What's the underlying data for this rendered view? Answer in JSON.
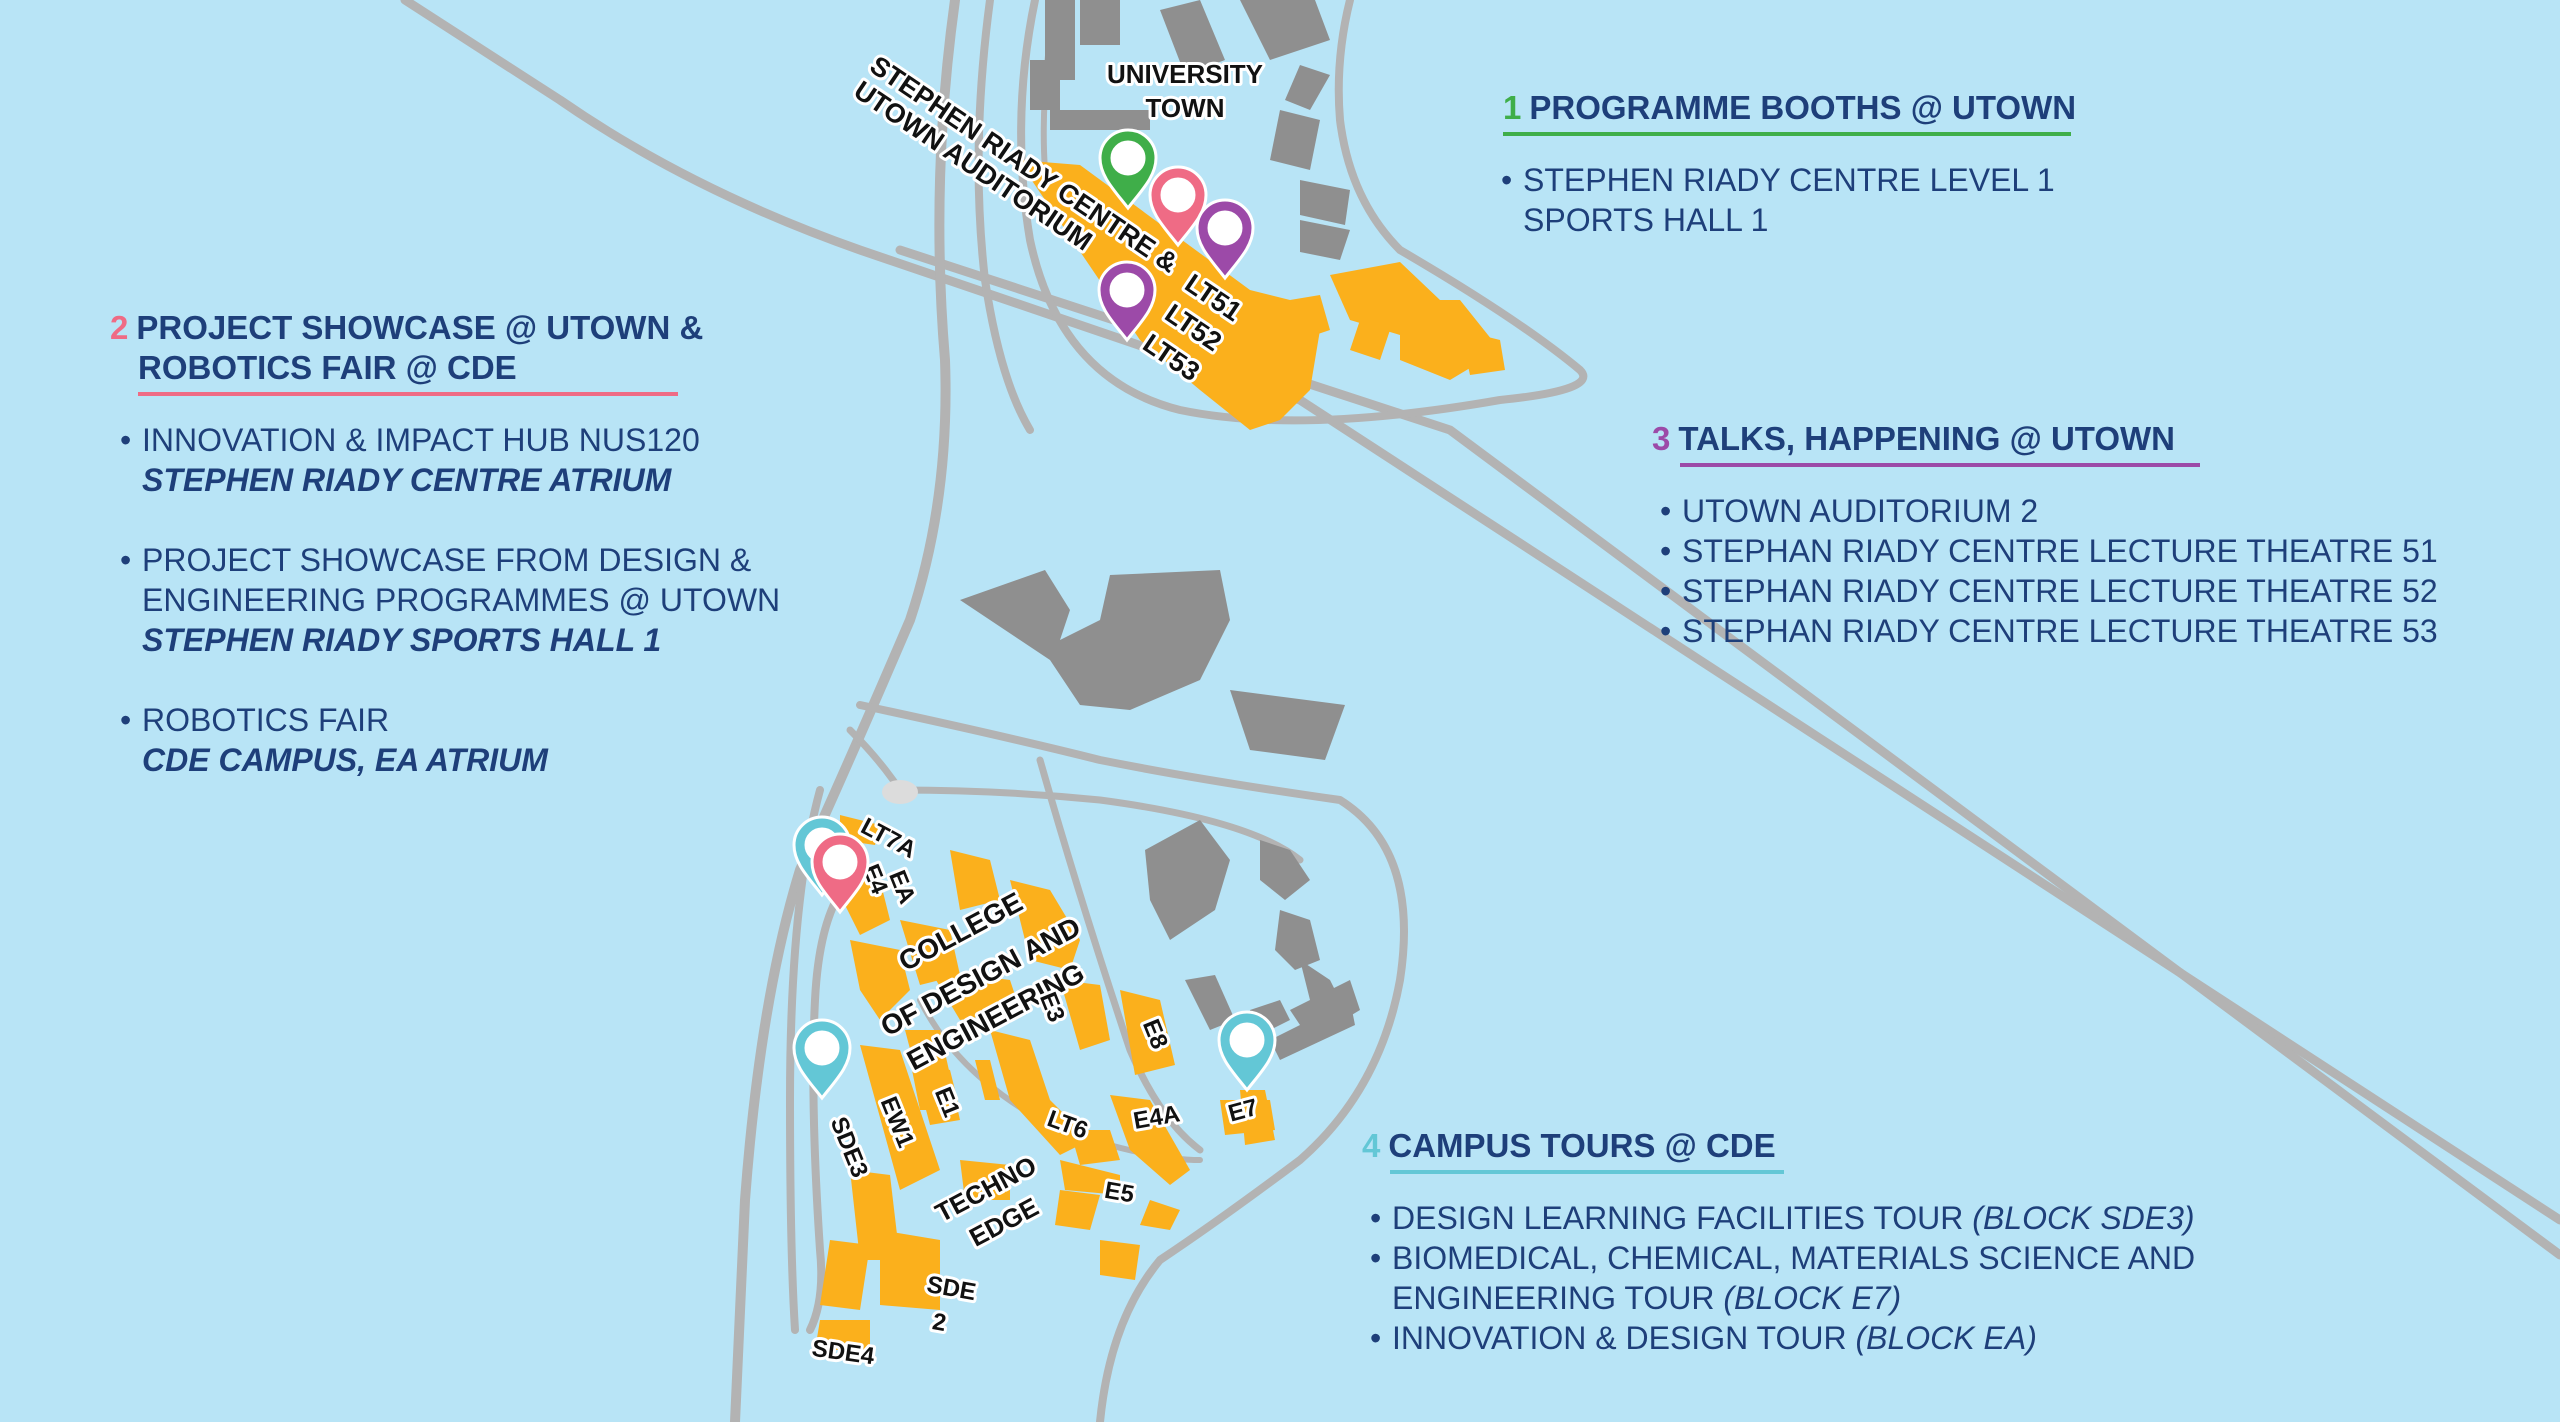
{
  "colors": {
    "water": "#b8e4f6",
    "road": "#b3b3b3",
    "building": "#8f8f8f",
    "highlight": "#fbb01c",
    "text": "#1e3f7a",
    "green": "#3fae49",
    "pink": "#ef6b85",
    "purple": "#9c4aa8",
    "teal": "#63c7d6"
  },
  "legend": {
    "programme_booths": {
      "number": "1",
      "title": "PROGRAMME BOOTHS @ UTOWN",
      "items": [
        "STEPHEN RIADY CENTRE LEVEL 1",
        "SPORTS HALL 1"
      ]
    },
    "project_showcase": {
      "number": "2",
      "title_line1": "PROJECT SHOWCASE @ UTOWN &",
      "title_line2": "ROBOTICS FAIR @ CDE",
      "items": [
        {
          "main": "INNOVATION & IMPACT HUB NUS120",
          "sub": "STEPHEN RIADY CENTRE ATRIUM"
        },
        {
          "main": "PROJECT SHOWCASE FROM DESIGN &",
          "main2": "ENGINEERING PROGRAMMES @ UTOWN",
          "sub": "STEPHEN RIADY SPORTS HALL 1"
        },
        {
          "main": "ROBOTICS FAIR",
          "sub": "CDE CAMPUS, EA ATRIUM"
        }
      ]
    },
    "talks": {
      "number": "3",
      "title": "TALKS, HAPPENING @ UTOWN",
      "items": [
        "UTOWN AUDITORIUM 2",
        "STEPHAN RIADY CENTRE LECTURE THEATRE 51",
        "STEPHAN RIADY CENTRE LECTURE THEATRE 52",
        "STEPHAN RIADY CENTRE LECTURE THEATRE 53"
      ]
    },
    "campus_tours": {
      "number": "4",
      "title": "CAMPUS TOURS @ CDE",
      "items": [
        {
          "main": "DESIGN LEARNING FACILITIES TOUR ",
          "it": "(BLOCK SDE3)"
        },
        {
          "main": "BIOMEDICAL, CHEMICAL, MATERIALS SCIENCE AND",
          "main2": "ENGINEERING TOUR ",
          "it": "(BLOCK E7)"
        },
        {
          "main": "INNOVATION & DESIGN TOUR ",
          "it": "(BLOCK EA)"
        }
      ]
    }
  },
  "map_labels": {
    "university_town_1": "UNIVERSITY",
    "university_town_2": "TOWN",
    "src_line1": "STEPHEN RIADY CENTRE &",
    "src_line2": "UTOWN AUDITORIUM",
    "lt51": "LT51",
    "lt52": "LT52",
    "lt53": "LT53",
    "cde_1": "COLLEGE",
    "cde_2": "OF DESIGN AND",
    "cde_3": "ENGINEERING",
    "lt7a": "LT7A",
    "ea": "EA",
    "e4": "E4",
    "e3": "E3",
    "e8": "E8",
    "e7": "E7",
    "e4a": "E4A",
    "lt6": "LT6",
    "e1": "E1",
    "ew1": "EW1",
    "sde3": "SDE3",
    "techno_1": "TECHNO",
    "techno_2": "EDGE",
    "e5": "E5",
    "sde2_1": "SDE",
    "sde2_2": "2",
    "sde4": "SDE4"
  },
  "markers": {
    "utown_green": "green-pin-icon",
    "utown_pink": "pink-pin-icon",
    "utown_purple": "purple-pin-icon",
    "cde_teal": "teal-pin-icon",
    "cde_pink": "pink-pin-icon"
  }
}
